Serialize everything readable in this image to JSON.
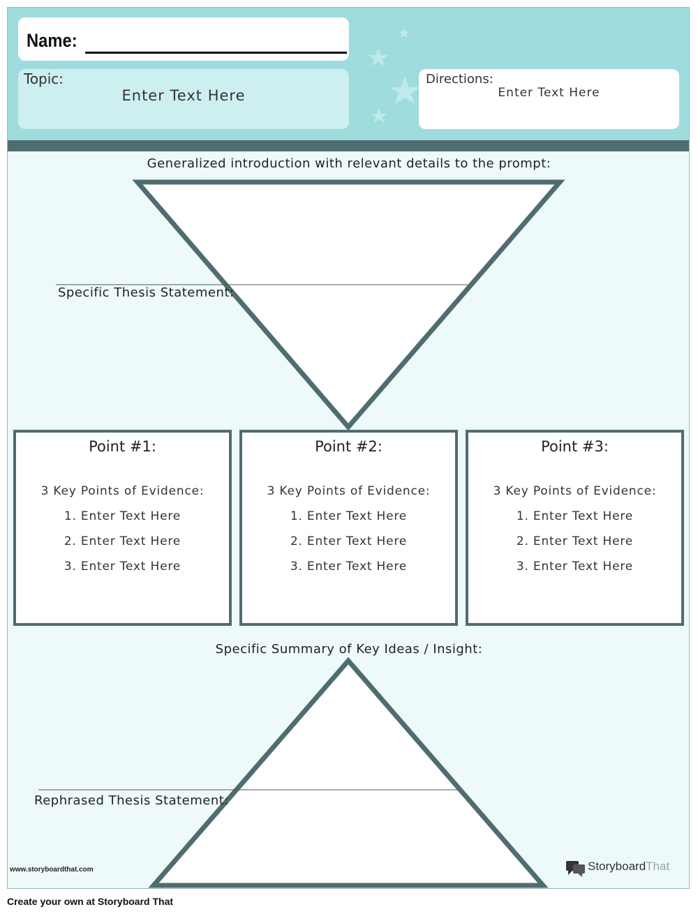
{
  "header": {
    "name_label": "Name:",
    "topic_label": "Topic:",
    "topic_text": "Enter Text Here",
    "directions_label": "Directions:",
    "directions_text": "Enter Text Here"
  },
  "intro": {
    "caption": "Generalized introduction with relevant details to the prompt:",
    "thesis_label": "Specific Thesis Statement:"
  },
  "points": [
    {
      "title": "Point #1:",
      "subtitle": "3 Key Points of Evidence:",
      "items": [
        "1. Enter Text Here",
        "2. Enter Text Here",
        "3. Enter Text Here"
      ]
    },
    {
      "title": "Point #2:",
      "subtitle": "3 Key Points of Evidence:",
      "items": [
        "1. Enter Text Here",
        "2. Enter Text Here",
        "3. Enter Text Here"
      ]
    },
    {
      "title": "Point #3:",
      "subtitle": "3 Key Points of Evidence:",
      "items": [
        "1. Enter Text Here",
        "2. Enter Text Here",
        "3. Enter Text Here"
      ]
    }
  ],
  "conclusion": {
    "caption": "Specific Summary of Key Ideas / Insight:",
    "thesis_label": "Rephrased Thesis Statement:"
  },
  "footer": {
    "url": "www.storyboardthat.com",
    "logo_dark": "Storyboard",
    "logo_light": "That",
    "create": "Create your own at Storyboard That"
  },
  "colors": {
    "header_bg": "#9edcdd",
    "accent": "#4f6c71",
    "sheet_bg": "#eefafa"
  },
  "icons": [
    "star-icon",
    "storyboardthat-logo-icon"
  ]
}
